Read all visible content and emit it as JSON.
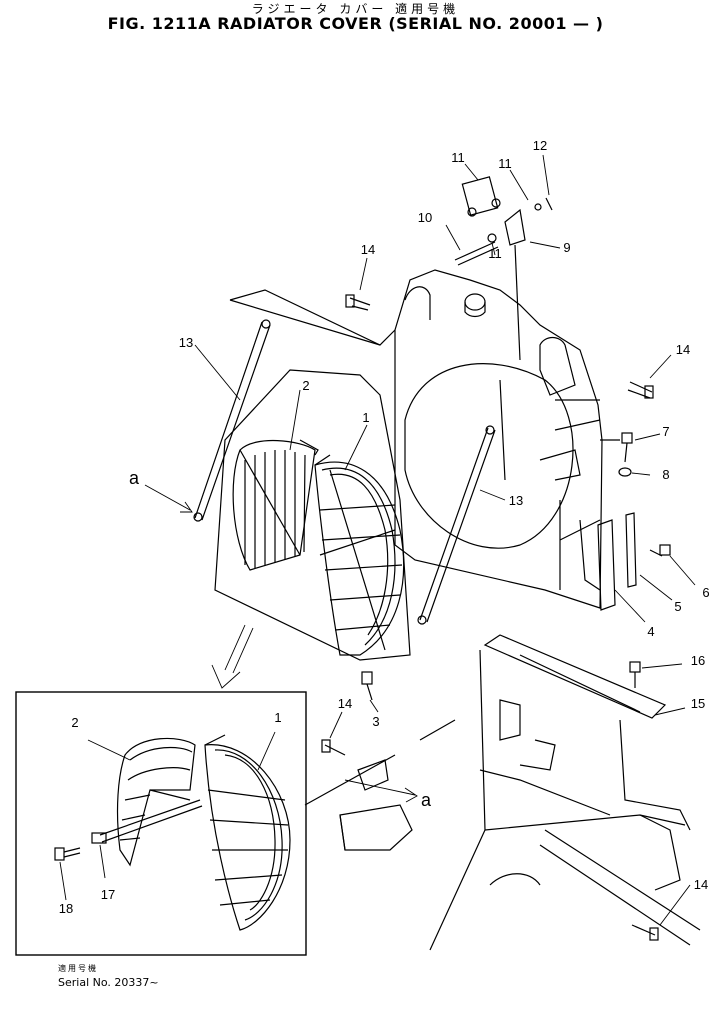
{
  "header": {
    "japanese_title": "ラジエータ カバー 適用号機",
    "title": "FIG. 1211A  RADIATOR COVER (SERIAL NO. 20001 — )"
  },
  "callouts": [
    "1",
    "2",
    "3",
    "4",
    "5",
    "6",
    "7",
    "8",
    "9",
    "10",
    "11",
    "11",
    "11",
    "12",
    "13",
    "13",
    "14",
    "14",
    "14",
    "14",
    "15",
    "16",
    "a",
    "a"
  ],
  "inset": {
    "callouts": [
      "1",
      "2",
      "17",
      "18"
    ],
    "note_japanese": "適用号機",
    "note_serial": "Serial No. 20337~"
  }
}
